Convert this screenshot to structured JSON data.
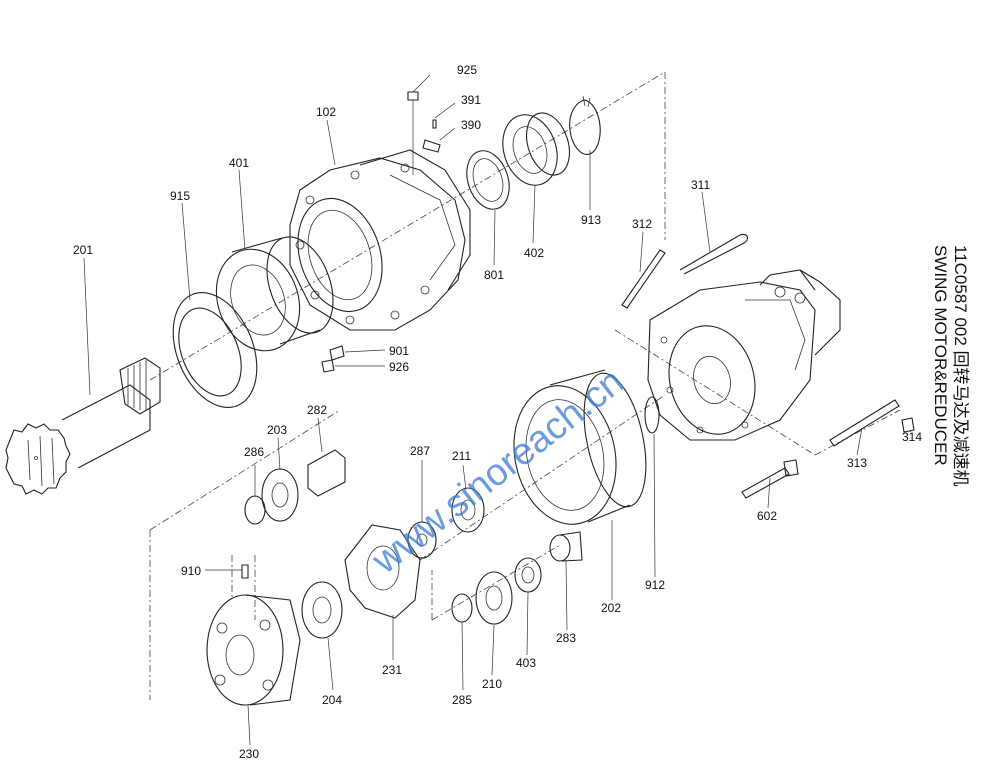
{
  "title": {
    "line1": "11C0587 002 回转马达及减速机",
    "line2": "SWING MOTOR&REDUCER"
  },
  "watermark": "www.sinoreach.cn",
  "colors": {
    "watermark": "#3a7bd5",
    "ink": "#222222"
  },
  "part_labels": [
    {
      "id": "p925",
      "text": "925"
    },
    {
      "id": "p391",
      "text": "391"
    },
    {
      "id": "p390",
      "text": "390"
    },
    {
      "id": "p102",
      "text": "102"
    },
    {
      "id": "p401",
      "text": "401"
    },
    {
      "id": "p915",
      "text": "915"
    },
    {
      "id": "p201",
      "text": "201"
    },
    {
      "id": "p913",
      "text": "913"
    },
    {
      "id": "p402",
      "text": "402"
    },
    {
      "id": "p801",
      "text": "801"
    },
    {
      "id": "p312",
      "text": "312"
    },
    {
      "id": "p311",
      "text": "311"
    },
    {
      "id": "p901",
      "text": "901"
    },
    {
      "id": "p926",
      "text": "926"
    },
    {
      "id": "p282",
      "text": "282"
    },
    {
      "id": "p203",
      "text": "203"
    },
    {
      "id": "p286",
      "text": "286"
    },
    {
      "id": "p287",
      "text": "287"
    },
    {
      "id": "p211",
      "text": "211"
    },
    {
      "id": "p910",
      "text": "910"
    },
    {
      "id": "p204",
      "text": "204"
    },
    {
      "id": "p230",
      "text": "230"
    },
    {
      "id": "p231",
      "text": "231"
    },
    {
      "id": "p285",
      "text": "285"
    },
    {
      "id": "p210",
      "text": "210"
    },
    {
      "id": "p403",
      "text": "403"
    },
    {
      "id": "p283",
      "text": "283"
    },
    {
      "id": "p202",
      "text": "202"
    },
    {
      "id": "p912",
      "text": "912"
    },
    {
      "id": "p602",
      "text": "602"
    },
    {
      "id": "p313",
      "text": "313"
    },
    {
      "id": "p314",
      "text": "314"
    }
  ]
}
